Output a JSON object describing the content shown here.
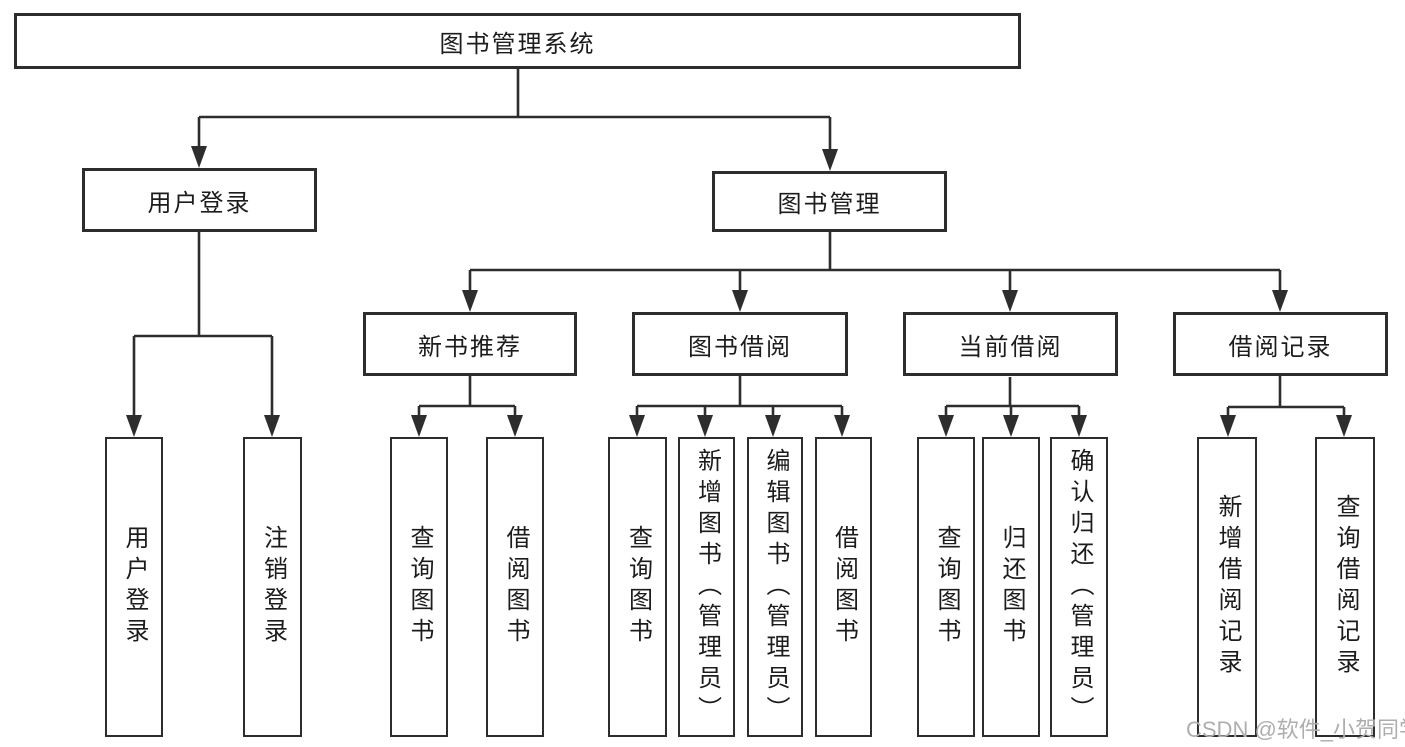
{
  "tree": {
    "label": "图书管理系统",
    "children": [
      {
        "label": "用户登录",
        "children": [
          {
            "label": "用户登录"
          },
          {
            "label": "注销登录"
          }
        ]
      },
      {
        "label": "图书管理",
        "children": [
          {
            "label": "新书推荐",
            "children": [
              {
                "label": "查询图书"
              },
              {
                "label": "借阅图书"
              }
            ]
          },
          {
            "label": "图书借阅",
            "children": [
              {
                "label": "查询图书"
              },
              {
                "label": "新增图书（管理员）"
              },
              {
                "label": "编辑图书（管理员）"
              },
              {
                "label": "借阅图书"
              }
            ]
          },
          {
            "label": "当前借阅",
            "children": [
              {
                "label": "查询图书"
              },
              {
                "label": "归还图书"
              },
              {
                "label": "确认归还（管理员）"
              }
            ]
          },
          {
            "label": "借阅记录",
            "children": [
              {
                "label": "新增借阅记录"
              },
              {
                "label": "查询借阅记录"
              }
            ]
          }
        ]
      }
    ]
  },
  "watermark": {
    "text": "CSDN @软件_小贺同学",
    "color": "#aeaeae"
  },
  "colors": {
    "line": "#2d2d2d",
    "box_border": "#2d2d2d",
    "box_fill": "#ffffff",
    "background": "#ffffff"
  }
}
